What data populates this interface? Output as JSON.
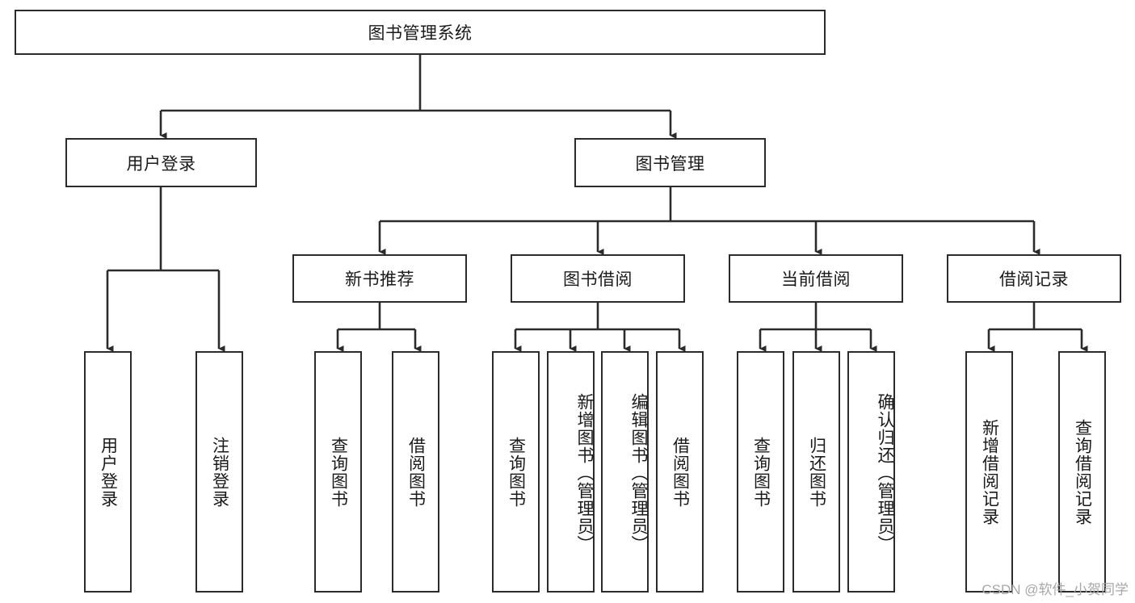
{
  "diagram": {
    "title": "图书管理系统",
    "type": "tree-hierarchy",
    "root": {
      "id": "root",
      "label": "图书管理系统"
    },
    "level1": [
      {
        "id": "user-login",
        "label": "用户登录"
      },
      {
        "id": "book-management",
        "label": "图书管理"
      }
    ],
    "level2": [
      {
        "id": "new-book-recommend",
        "label": "新书推荐",
        "parent": "book-management"
      },
      {
        "id": "book-borrow",
        "label": "图书借阅",
        "parent": "book-management"
      },
      {
        "id": "current-borrow",
        "label": "当前借阅",
        "parent": "book-management"
      },
      {
        "id": "borrow-record",
        "label": "借阅记录",
        "parent": "book-management"
      }
    ],
    "leaves": {
      "user_login": [
        {
          "id": "leaf-user-login",
          "label": "用户登录"
        },
        {
          "id": "leaf-logout",
          "label": "注销登录"
        }
      ],
      "new_book_recommend": [
        {
          "id": "leaf-query-book-1",
          "label": "查询图书"
        },
        {
          "id": "leaf-borrow-book-1",
          "label": "借阅图书"
        }
      ],
      "book_borrow": [
        {
          "id": "leaf-query-book-2",
          "label": "查询图书"
        },
        {
          "id": "leaf-add-book",
          "label": "新增图书（管理员）"
        },
        {
          "id": "leaf-edit-book",
          "label": "编辑图书（管理员）"
        },
        {
          "id": "leaf-borrow-book-2",
          "label": "借阅图书"
        }
      ],
      "current_borrow": [
        {
          "id": "leaf-query-book-3",
          "label": "查询图书"
        },
        {
          "id": "leaf-return-book",
          "label": "归还图书"
        },
        {
          "id": "leaf-confirm-return",
          "label": "确认归还（管理员）"
        }
      ],
      "borrow_record": [
        {
          "id": "leaf-add-record",
          "label": "新增借阅记录"
        },
        {
          "id": "leaf-query-record",
          "label": "查询借阅记录"
        }
      ]
    }
  },
  "watermark": {
    "text": "CSDN @软件_小贺同学"
  },
  "colors": {
    "stroke": "#2b2b2b",
    "background": "#ffffff",
    "text": "#1a1a1a",
    "watermark": "#a8a8a8"
  }
}
